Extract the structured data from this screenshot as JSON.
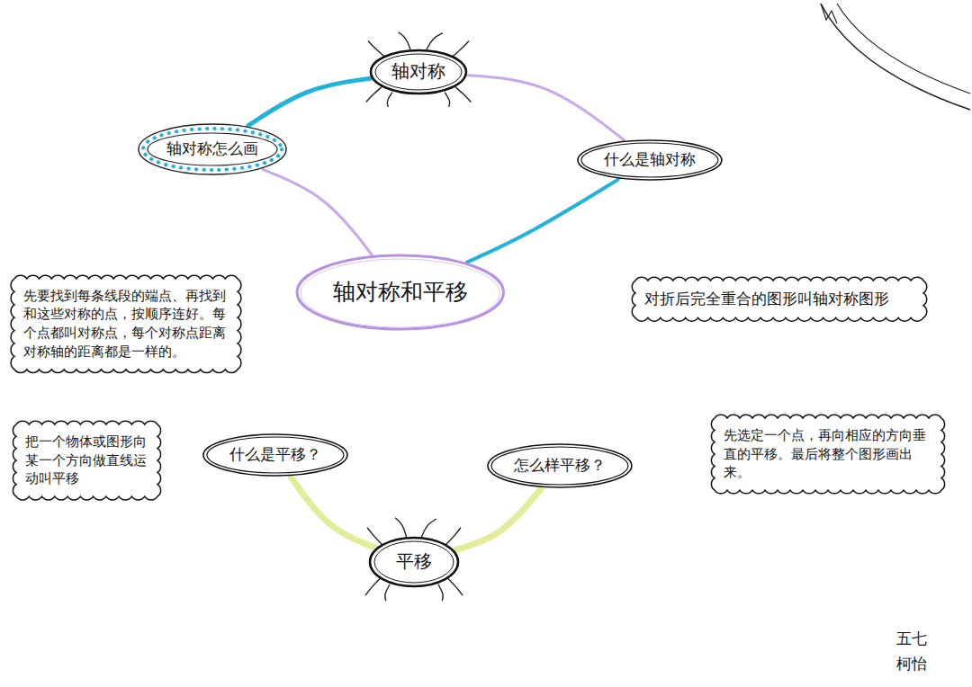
{
  "diagram": {
    "nodes": [
      {
        "text": [
          "轴对称和平移"
        ]
      },
      {
        "text": [
          "轴对称"
        ]
      },
      {
        "text": [
          "轴对称怎么画"
        ]
      },
      {
        "text": [
          "什么是轴对称"
        ]
      },
      {
        "text": [
          "平移"
        ]
      },
      {
        "text": [
          "什么是平移？"
        ]
      },
      {
        "text": [
          "怎么样平移？"
        ]
      },
      {
        "text": [
          "先要找到每条线段的端点、再找到和这些对称的点，按顺序连好。每个点都叫对称点，每个对称点距离对称轴的距离都是一样的。"
        ]
      },
      {
        "text": [
          "对折后完全重合的图形叫轴对称图形"
        ]
      },
      {
        "text": [
          "把一个物体或图形向某一个方向做直线运动叫平移"
        ]
      },
      {
        "text": [
          "先选定一个点，再向相应的方向垂直的平移。最后将整个图形画出来。"
        ]
      }
    ],
    "edges": [
      {
        "from": 1,
        "to": 2,
        "arrow": "none"
      },
      {
        "from": 1,
        "to": 3,
        "arrow": "none"
      },
      {
        "from": 2,
        "to": 0,
        "arrow": "none"
      },
      {
        "from": 3,
        "to": 0,
        "arrow": "none"
      },
      {
        "from": 4,
        "to": 5,
        "arrow": "none"
      },
      {
        "from": 4,
        "to": 6,
        "arrow": "none"
      }
    ],
    "labels": [
      "五七",
      "柯怡"
    ]
  }
}
